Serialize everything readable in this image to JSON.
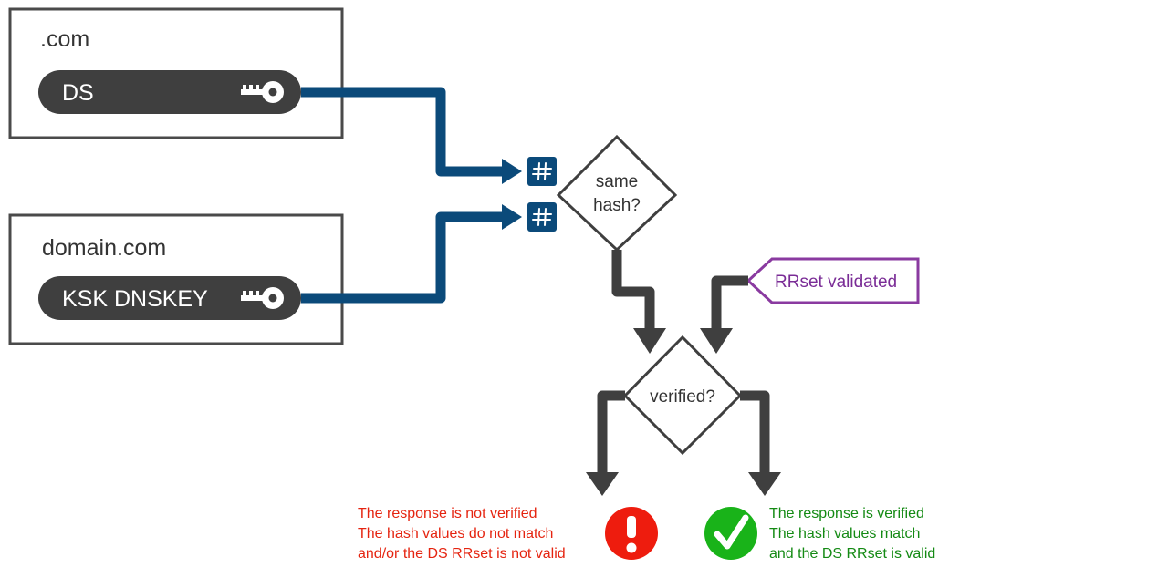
{
  "parent_zone": {
    "name": ".com",
    "record": "DS"
  },
  "child_zone": {
    "name": "domain.com",
    "record": "KSK DNSKEY"
  },
  "hash_decision": {
    "line1": "same",
    "line2": "hash?"
  },
  "verify_decision": {
    "label": "verified?"
  },
  "rrset_flag": {
    "label": "RRset validated"
  },
  "failure": {
    "line1": "The response is not verified",
    "line2": "The hash values do not match",
    "line3": "and/or the DS RRset is not valid"
  },
  "success": {
    "line1": "The response is verified",
    "line2": "The hash values match",
    "line3": "and the DS RRset is valid"
  },
  "icons": {
    "key": "key-icon",
    "hash": "hash-icon",
    "error": "exclamation-icon",
    "ok": "checkmark-icon"
  },
  "colors": {
    "connector": "#0b4a7a",
    "failure": "#e52410",
    "success": "#148a14",
    "flag": "#7a2c96"
  }
}
